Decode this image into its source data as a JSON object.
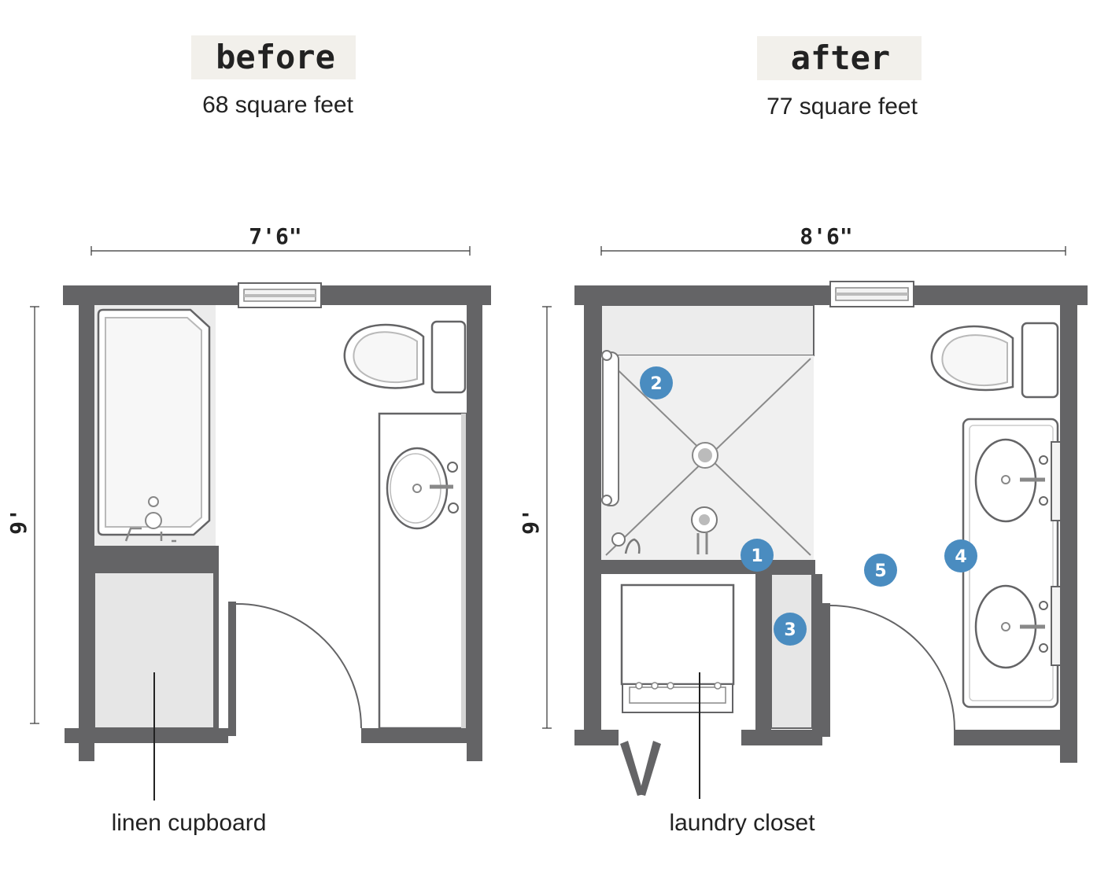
{
  "before": {
    "tag": "before",
    "area": "68 square feet",
    "width_label": "7'6\"",
    "height_label": "9'",
    "callout": "linen cupboard"
  },
  "after": {
    "tag": "after",
    "area": "77 square feet",
    "width_label": "8'6\"",
    "height_label": "9'",
    "callout": "laundry closet",
    "badges": [
      "1",
      "2",
      "3",
      "4",
      "5"
    ]
  },
  "colors": {
    "wall": "#646466",
    "badge": "#4a8cc0",
    "tag_bg": "#f2f0eb"
  }
}
